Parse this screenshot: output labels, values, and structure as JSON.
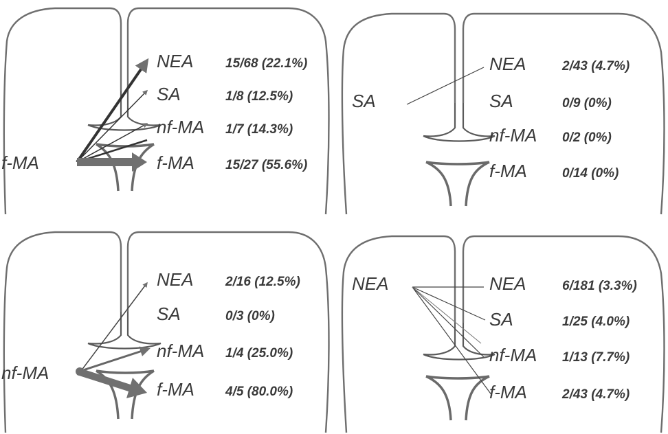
{
  "panels": [
    {
      "source": "f-MA",
      "rows": [
        {
          "target": "NEA",
          "stat": "15/68 (22.1%)"
        },
        {
          "target": "SA",
          "stat": "1/8 (12.5%)"
        },
        {
          "target": "nf-MA",
          "stat": "1/7 (14.3%)"
        },
        {
          "target": "f-MA",
          "stat": "15/27 (55.6%)"
        }
      ]
    },
    {
      "source": "SA",
      "rows": [
        {
          "target": "NEA",
          "stat": "2/43 (4.7%)"
        },
        {
          "target": "SA",
          "stat": "0/9 (0%)"
        },
        {
          "target": "nf-MA",
          "stat": "0/2 (0%)"
        },
        {
          "target": "f-MA",
          "stat": "0/14 (0%)"
        }
      ]
    },
    {
      "source": "nf-MA",
      "rows": [
        {
          "target": "NEA",
          "stat": "2/16 (12.5%)"
        },
        {
          "target": "SA",
          "stat": "0/3 (0%)"
        },
        {
          "target": "nf-MA",
          "stat": "1/4 (25.0%)"
        },
        {
          "target": "f-MA",
          "stat": "4/5 (80.0%)"
        }
      ]
    },
    {
      "source": "NEA",
      "rows": [
        {
          "target": "NEA",
          "stat": "6/181 (3.3%)"
        },
        {
          "target": "SA",
          "stat": "1/25 (4.0%)"
        },
        {
          "target": "nf-MA",
          "stat": "1/13 (7.7%)"
        },
        {
          "target": "f-MA",
          "stat": "2/43 (4.7%)"
        }
      ]
    }
  ],
  "colors": {
    "outline": "#6e6e6e",
    "arrow": "#707070",
    "text": "#3a3a3a"
  }
}
